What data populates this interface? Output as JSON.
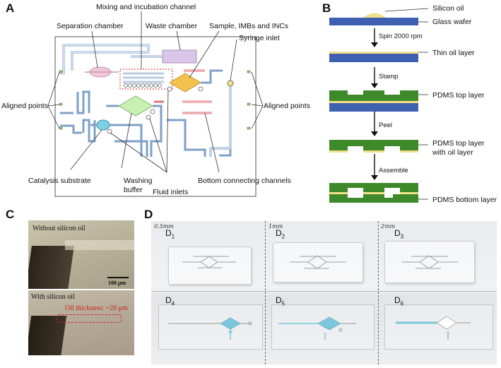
{
  "panels": {
    "A": "A",
    "B": "B",
    "C": "C",
    "D": "D"
  },
  "panelA": {
    "mixing": "Mixing and incubation channel",
    "separation": "Separation chamber",
    "waste": "Waste chamber",
    "sample": "Sample, IMBs and INCs",
    "syringe": "Syringe inlet",
    "aligned_left": "Aligned points",
    "aligned_right": "Aligned points",
    "catalysis": "Catalysis substrate",
    "washing": "Washing\nbuffer",
    "washing_line1": "Washing",
    "washing_line2": "buffer",
    "fluid": "Fluid inlets",
    "bottom": "Bottom connecting channels"
  },
  "panelB": {
    "silicon_oil": "Silicon oil",
    "glass_wafer": "Glass wafer",
    "spin": "Spin 2000 rpm",
    "thin_oil": "Thin oil layer",
    "stamp": "Stamp",
    "pdms_top": "PDMS top layer",
    "peel": "Peel",
    "pdms_top_oil_1": "PDMS top layer",
    "pdms_top_oil_2": "with oil layer",
    "assemble": "Assemble",
    "pdms_bottom": "PDMS bottom layer"
  },
  "panelC": {
    "without": "Without silicon oil",
    "with": "With silicon oil",
    "scale": "100 μm",
    "thickness": "Oil thickness: ~20 μm"
  },
  "panelD": {
    "D": "D",
    "hand1": "0.5mm",
    "hand2": "1mm",
    "hand3": "2mm",
    "captions": [
      {
        "main": "D",
        "sub": "1"
      },
      {
        "main": "D",
        "sub": "2"
      },
      {
        "main": "D",
        "sub": "3"
      },
      {
        "main": "D",
        "sub": "4"
      },
      {
        "main": "D",
        "sub": "5"
      },
      {
        "main": "D",
        "sub": "6"
      }
    ]
  },
  "colors": {
    "glass": "#3f5fb0",
    "oil": "#f2e08a",
    "pdms": "#3e8a2a",
    "channel": "#9ab7d4",
    "waste": "#d9c6e8",
    "sample": "#f2c14e",
    "wash": "#c8f0b0",
    "catalysis": "#7fd0e6",
    "separation": "#f0c6d8",
    "red_dash": "#d22"
  }
}
